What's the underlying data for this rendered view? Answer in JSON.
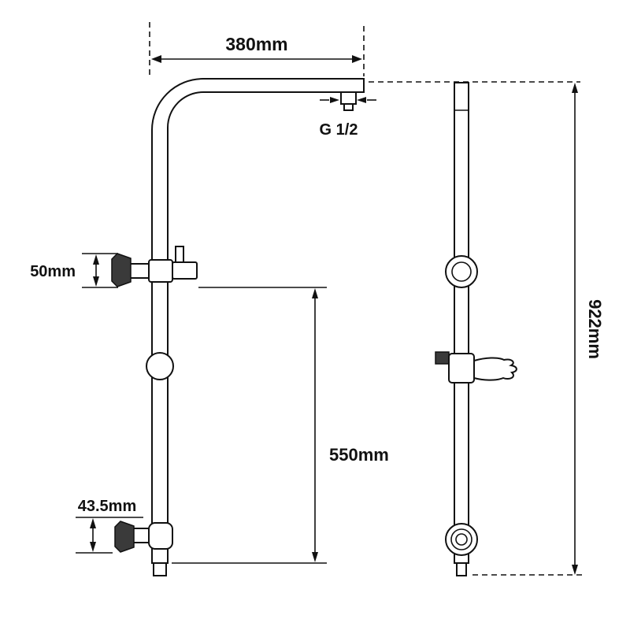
{
  "drawing": {
    "subject": "Shower rail column with gooseneck arm - dimensioned technical drawing",
    "views": {
      "left": "side view with gooseneck arm",
      "right": "front view with handset cradle"
    },
    "colors": {
      "line": "#111111",
      "dark_fill": "#3a3a3a",
      "background": "#ffffff"
    },
    "dimensions": {
      "arm_width": "380mm",
      "inlet_thread": "G 1/2",
      "top_holder_height": "50mm",
      "lower_rail_length": "550mm",
      "bottom_holder_height": "43.5mm",
      "overall_height": "922mm"
    }
  }
}
